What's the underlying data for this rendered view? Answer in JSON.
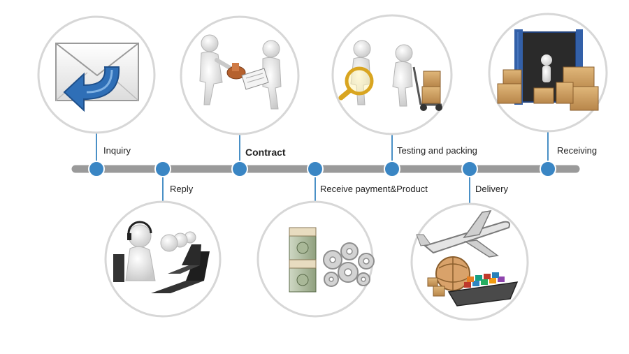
{
  "colors": {
    "timeline": "#9a9a9a",
    "node": "#3a86c4",
    "node_ring": "#ffffff",
    "circle_border": "#d7d7d7",
    "connector": "#4a90c6",
    "arrow_blue": "#2f6fb7"
  },
  "steps": [
    {
      "label": "Inquiry",
      "icon": "envelope-arrow-icon"
    },
    {
      "label": "Reply",
      "icon": "call-center-agents-icon"
    },
    {
      "label": "Contract",
      "icon": "handshake-contract-icon"
    },
    {
      "label": "Receive payment&Product",
      "icon": "money-and-gears-icon"
    },
    {
      "label": "Testing and packing",
      "icon": "magnifier-and-boxes-icon"
    },
    {
      "label": "Delivery",
      "icon": "airplane-ship-globe-icon"
    },
    {
      "label": "Receiving",
      "icon": "container-boxes-icon"
    }
  ]
}
